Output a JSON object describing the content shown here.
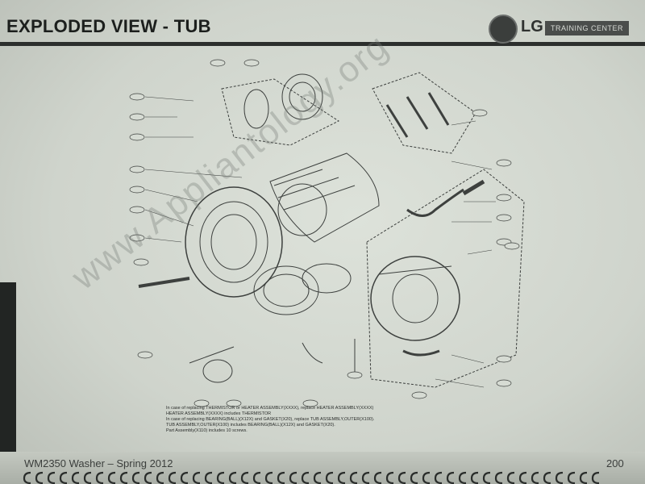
{
  "header": {
    "title": "EXPLODED VIEW - TUB",
    "logo_brand": "LG",
    "logo_tagline": "TRAINING CENTER"
  },
  "notes": [
    "In case of replacing THERMISTOR or HEATER ASSEMBLY(XXXX), replace HEATER ASSEMBLY(XXXX)",
    "HEATER ASSEMBLY(XXXX) includes THERMISTOR",
    "In case of replacing BEARING(BALL)(X12X) and GASKET(X20), replace TUB ASSEMBLY,OUTER(X100).",
    "TUB ASSEMBLY,OUTER(X100) includes BEARING(BALL)(X12X) and GASKET(X20).",
    "Part Assembly(X110) includes 10 screws."
  ],
  "footer": {
    "left": "WM2350 Washer – Spring 2012",
    "right": "200"
  },
  "watermark": "www.Appliantology.org",
  "colors": {
    "paper": "#d6dbd3",
    "ink": "#1c1f1d",
    "rule": "#2c2f2d"
  }
}
